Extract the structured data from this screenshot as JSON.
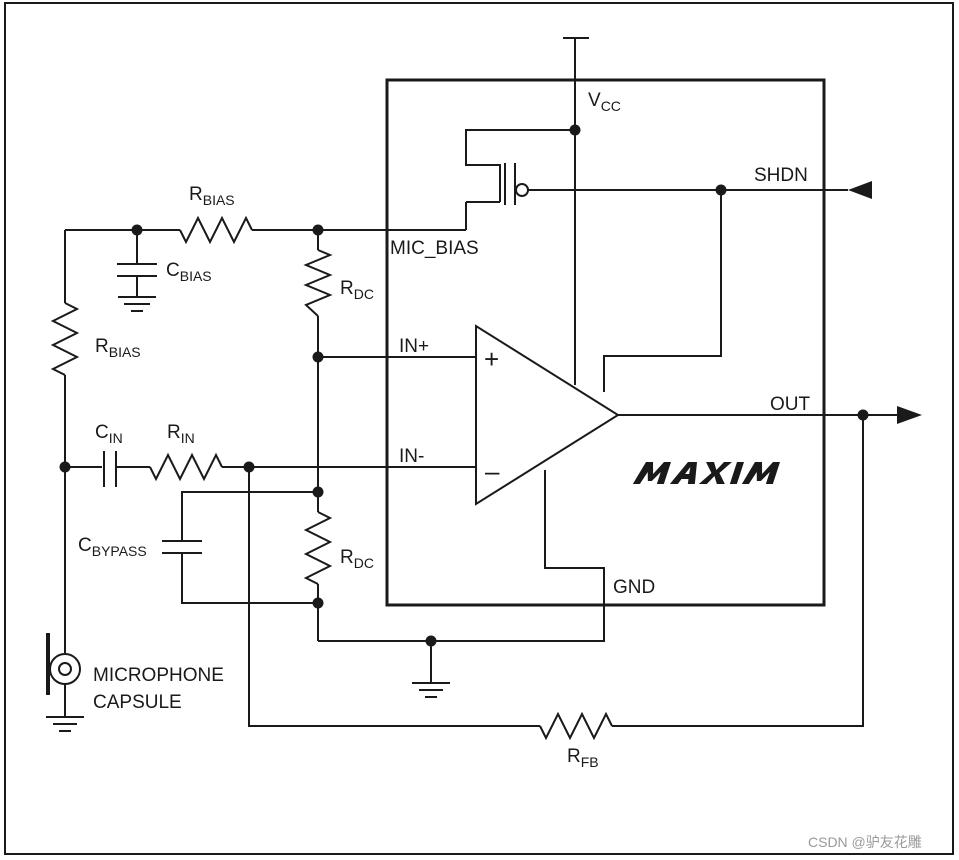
{
  "labels": {
    "vcc": {
      "main": "V",
      "sub": "CC"
    },
    "shdn": "SHDN",
    "mic_bias": "MIC_BIAS",
    "in_plus": "IN+",
    "in_minus": "IN-",
    "out": "OUT",
    "gnd": "GND",
    "rbias_top": {
      "main": "R",
      "sub": "BIAS"
    },
    "cbias": {
      "main": "C",
      "sub": "BIAS"
    },
    "rbias_left": {
      "main": "R",
      "sub": "BIAS"
    },
    "rdc_top": {
      "main": "R",
      "sub": "DC"
    },
    "rdc_bottom": {
      "main": "R",
      "sub": "DC"
    },
    "cin": {
      "main": "C",
      "sub": "IN"
    },
    "rin": {
      "main": "R",
      "sub": "IN"
    },
    "cbypass": {
      "main": "C",
      "sub": "BYPASS"
    },
    "rfb": {
      "main": "R",
      "sub": "FB"
    },
    "microphone_line1": "MICROPHONE",
    "microphone_line2": "CAPSULE",
    "plus_sign": "+",
    "minus_sign": "–"
  },
  "logo": {
    "text": "MAXIM"
  },
  "watermark": "CSDN @驴友花雕",
  "colors": {
    "ink": "#1a1a1a",
    "background": "#ffffff",
    "watermark": "#9a9a9a"
  }
}
